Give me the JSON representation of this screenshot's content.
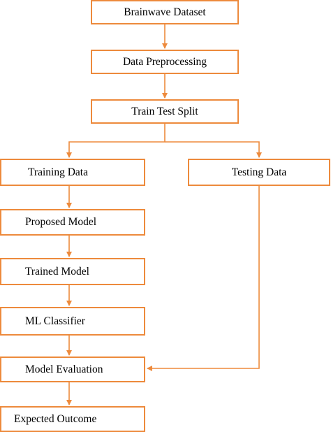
{
  "nodes": {
    "brainwave_dataset": "Brainwave Dataset",
    "data_preprocessing": "Data Preprocessing",
    "train_test_split": "Train Test Split",
    "training_data": "Training Data",
    "testing_data": "Testing Data",
    "proposed_model": "Proposed Model",
    "trained_model": "Trained Model",
    "ml_classifier": "ML Classifier",
    "model_evaluation": "Model Evaluation",
    "expected_outcome": "Expected Outcome"
  },
  "colors": {
    "accent": "#ED8A3C",
    "text": "#000000",
    "background": "#ffffff"
  }
}
